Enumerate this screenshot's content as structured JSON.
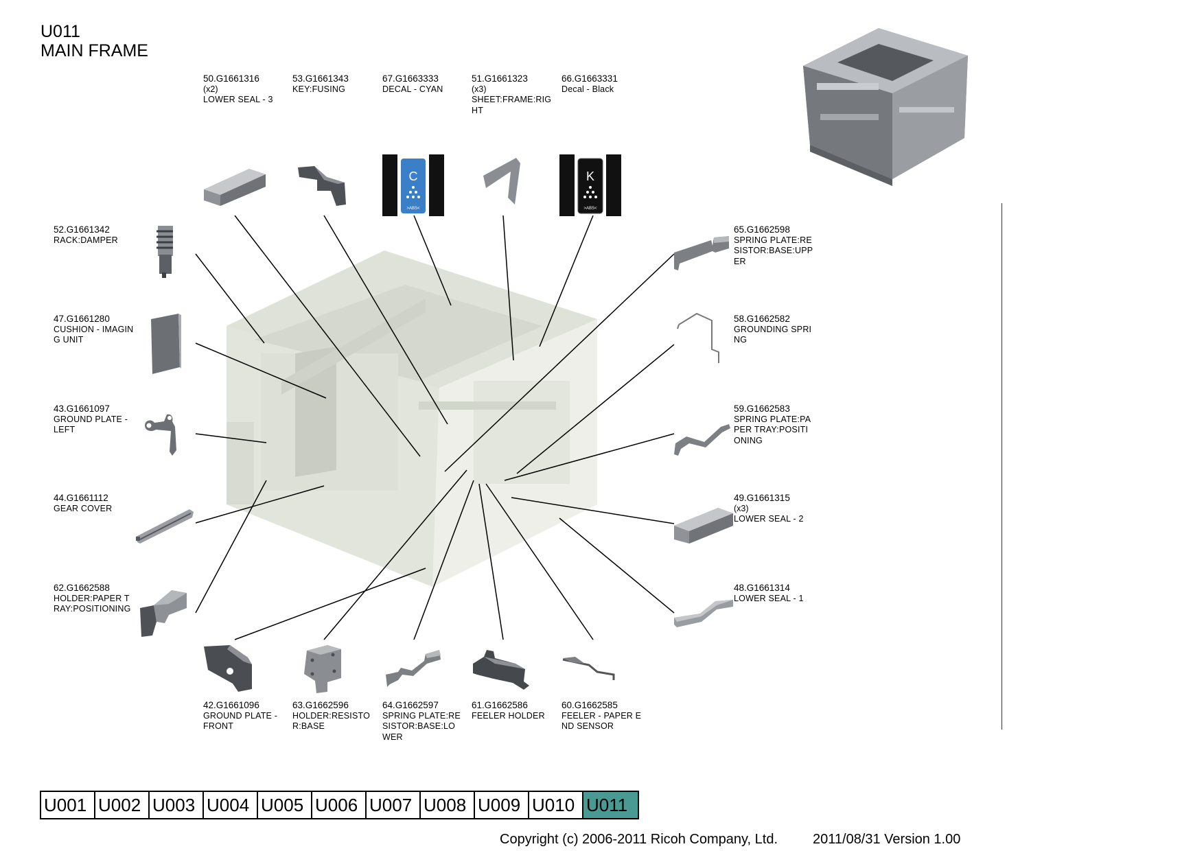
{
  "header": {
    "code": "U011",
    "title": "MAIN FRAME"
  },
  "parts": [
    {
      "id": "p50",
      "code": "50.G1661316",
      "qty": "(x2)",
      "desc": "LOWER SEAL - 3"
    },
    {
      "id": "p53",
      "code": "53.G1661343",
      "qty": "",
      "desc": "KEY:FUSING"
    },
    {
      "id": "p67",
      "code": "67.G1663333",
      "qty": "",
      "desc": "DECAL - CYAN"
    },
    {
      "id": "p51",
      "code": "51.G1661323",
      "qty": "(x3)",
      "desc": "SHEET:FRAME:RIGHT"
    },
    {
      "id": "p66",
      "code": "66.G1663331",
      "qty": "",
      "desc": "Decal - Black"
    },
    {
      "id": "p52",
      "code": "52.G1661342",
      "qty": "",
      "desc": "RACK:DAMPER"
    },
    {
      "id": "p47",
      "code": "47.G1661280",
      "qty": "",
      "desc": "CUSHION - IMAGING UNIT"
    },
    {
      "id": "p43",
      "code": "43.G1661097",
      "qty": "",
      "desc": "GROUND PLATE - LEFT"
    },
    {
      "id": "p44",
      "code": "44.G1661112",
      "qty": "",
      "desc": "GEAR COVER"
    },
    {
      "id": "p62",
      "code": "62.G1662588",
      "qty": "",
      "desc": "HOLDER:PAPER TRAY:POSITIONING"
    },
    {
      "id": "p65",
      "code": "65.G1662598",
      "qty": "",
      "desc": "SPRING PLATE:RESISTOR:BASE:UPPER"
    },
    {
      "id": "p58",
      "code": "58.G1662582",
      "qty": "",
      "desc": "GROUNDING SPRING"
    },
    {
      "id": "p59",
      "code": "59.G1662583",
      "qty": "",
      "desc": "SPRING PLATE:PAPER TRAY:POSITIONING"
    },
    {
      "id": "p49",
      "code": "49.G1661315",
      "qty": "(x3)",
      "desc": "LOWER SEAL - 2"
    },
    {
      "id": "p48",
      "code": "48.G1661314",
      "qty": "",
      "desc": "LOWER SEAL - 1"
    },
    {
      "id": "p42",
      "code": "42.G1661096",
      "qty": "",
      "desc": "GROUND PLATE - FRONT"
    },
    {
      "id": "p63",
      "code": "63.G1662596",
      "qty": "",
      "desc": "HOLDER:RESISTOR:BASE"
    },
    {
      "id": "p64",
      "code": "64.G1662597",
      "qty": "",
      "desc": "SPRING PLATE:RESISTOR:BASE:LOWER"
    },
    {
      "id": "p61",
      "code": "61.G1662586",
      "qty": "",
      "desc": "FEELER HOLDER"
    },
    {
      "id": "p60",
      "code": "60.G1662585",
      "qty": "",
      "desc": "FEELER - PAPER END SENSOR"
    }
  ],
  "decals": {
    "cyan": {
      "letter": "C",
      "footer": ">ABS<",
      "color": "#3c7fc9"
    },
    "black": {
      "letter": "K",
      "footer": ">ABS<",
      "color": "#111111"
    }
  },
  "nav": {
    "tabs": [
      "U001",
      "U002",
      "U003",
      "U004",
      "U005",
      "U006",
      "U007",
      "U008",
      "U009",
      "U010",
      "U011"
    ],
    "active": "U011",
    "active_color": "#4a9a94"
  },
  "footer": {
    "copyright": "Copyright (c) 2006-2011 Ricoh Company, Ltd.",
    "version": "2011/08/31 Version 1.00"
  }
}
